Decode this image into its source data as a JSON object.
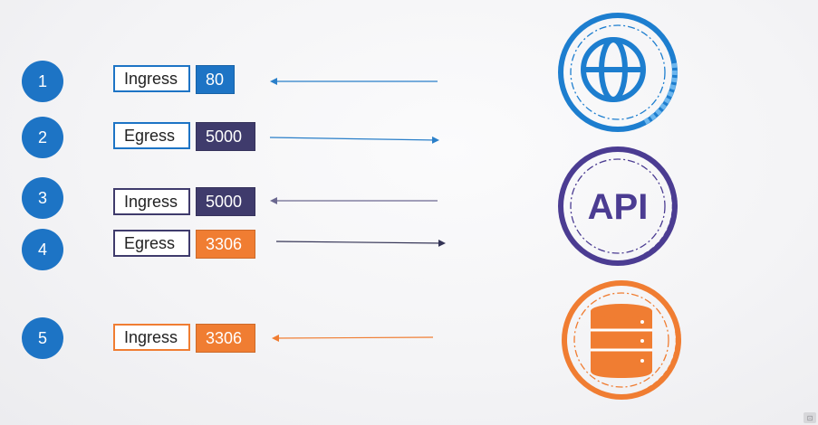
{
  "rules": [
    {
      "number": "1",
      "direction": "Ingress",
      "port": "80",
      "color": "#1d74c5",
      "arrow": "in",
      "target": "web"
    },
    {
      "number": "2",
      "direction": "Egress",
      "port": "5000",
      "color": "#3f3b6c",
      "arrow": "out",
      "target": "api"
    },
    {
      "number": "3",
      "direction": "Ingress",
      "port": "5000",
      "color": "#3f3b6c",
      "arrow": "in",
      "target": "api"
    },
    {
      "number": "4",
      "direction": "Egress",
      "port": "3306",
      "color": "#f07d32",
      "arrow": "out",
      "target": "db"
    },
    {
      "number": "5",
      "direction": "Ingress",
      "port": "3306",
      "color": "#f07d32",
      "arrow": "in",
      "target": "db"
    }
  ],
  "pods": {
    "web": {
      "icon": "globe-icon",
      "color": "#1d7ecf",
      "accent": "#6cb6ee"
    },
    "api": {
      "icon": "api-icon",
      "label": "API",
      "color": "#4b3c92",
      "accent": "#4b3c92"
    },
    "db": {
      "icon": "database-icon",
      "color": "#f07d32",
      "accent": "#f07d32"
    }
  },
  "colors": {
    "number_circle": "#1d74c5",
    "ingress_arrow_web": "#2a7fc9",
    "egress_arrow_api": "#2a7fc9",
    "ingress_arrow_api": "#6b6890",
    "egress_arrow_db": "#333355",
    "ingress_arrow_db": "#f07d32"
  }
}
